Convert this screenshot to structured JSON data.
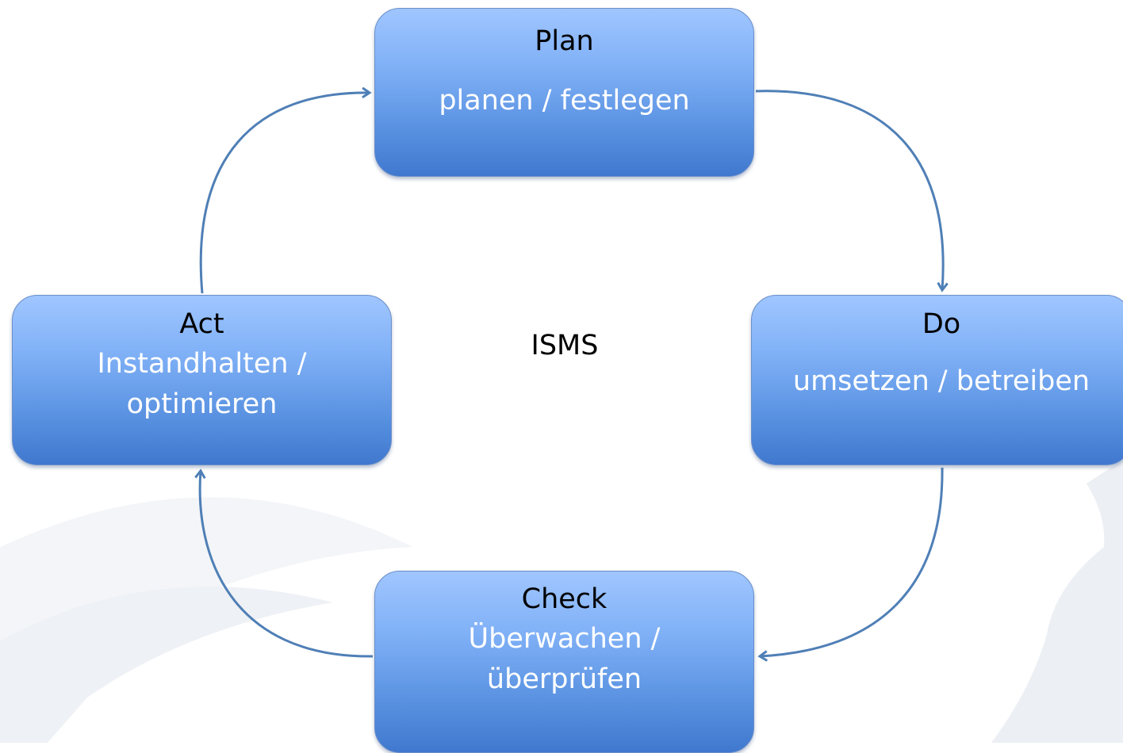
{
  "center": {
    "label": "ISMS"
  },
  "nodes": {
    "plan": {
      "title": "Plan",
      "lines": [
        "planen / festlegen"
      ]
    },
    "do": {
      "title": "Do",
      "lines": [
        "umsetzen / betreiben"
      ]
    },
    "check": {
      "title": "Check",
      "lines": [
        "Überwachen /",
        "überprüfen"
      ]
    },
    "act": {
      "title": "Act",
      "lines": [
        "Instandhalten /",
        "optimieren"
      ]
    }
  },
  "cycle": [
    "plan",
    "do",
    "check",
    "act"
  ],
  "colors": {
    "box_top": "#a0c6ff",
    "box_bottom": "#4078cf",
    "arrow": "#4f7fb6",
    "title_text": "#000000",
    "sub_text": "#ffffff"
  }
}
